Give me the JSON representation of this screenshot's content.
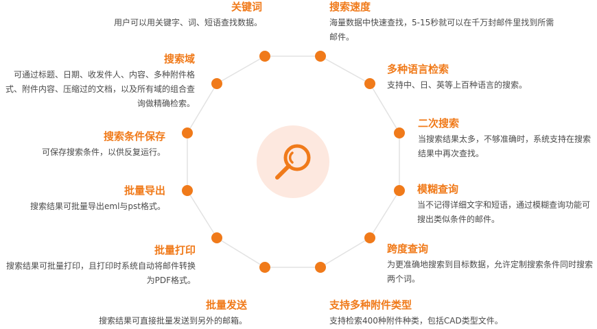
{
  "colors": {
    "accent": "#f07a1a",
    "ring": "#e2e2e2",
    "center_bg": "#fde8df",
    "text": "#4a4a4a"
  },
  "center": {
    "icon": "search-magnifier-icon"
  },
  "features": [
    {
      "title": "关键词",
      "desc": "用户可以用关键字、词、短语查找数据。"
    },
    {
      "title": "搜索速度",
      "desc": "海量数据中快速查找，5-15秒就可以在千万封邮件里找到所需邮件。"
    },
    {
      "title": "多种语言检索",
      "desc": "支持中、日、英等上百种语言的搜索。"
    },
    {
      "title": "二次搜索",
      "desc": "当搜索结果太多，不够准确时，系统支持在搜索结果中再次查找。"
    },
    {
      "title": "模糊查询",
      "desc": "当不记得详细文字和短语，通过模糊查询功能可搜出类似条件的邮件。"
    },
    {
      "title": "跨度查询",
      "desc": "为更准确地搜索到目标数据，允许定制搜索条件同时搜索两个词。"
    },
    {
      "title": "支持多种附件类型",
      "desc": "支持检索400种附件种类，包括CAD类型文件。"
    },
    {
      "title": "批量发送",
      "desc": "搜索结果可直接批量发送到另外的邮箱。"
    },
    {
      "title": "批量打印",
      "desc": "搜索结果可批量打印，且打印时系统自动将邮件转换为PDF格式。"
    },
    {
      "title": "批量导出",
      "desc": "搜索结果可批量导出eml与pst格式。"
    },
    {
      "title": "搜索条件保存",
      "desc": "可保存搜索条件，以供反复运行。"
    },
    {
      "title": "搜索域",
      "desc": "可通过标题、日期、收发件人、内容、多种附件格式、附件内容、压缩过的文档，以及所有域的组合查询做精确检索。"
    }
  ]
}
